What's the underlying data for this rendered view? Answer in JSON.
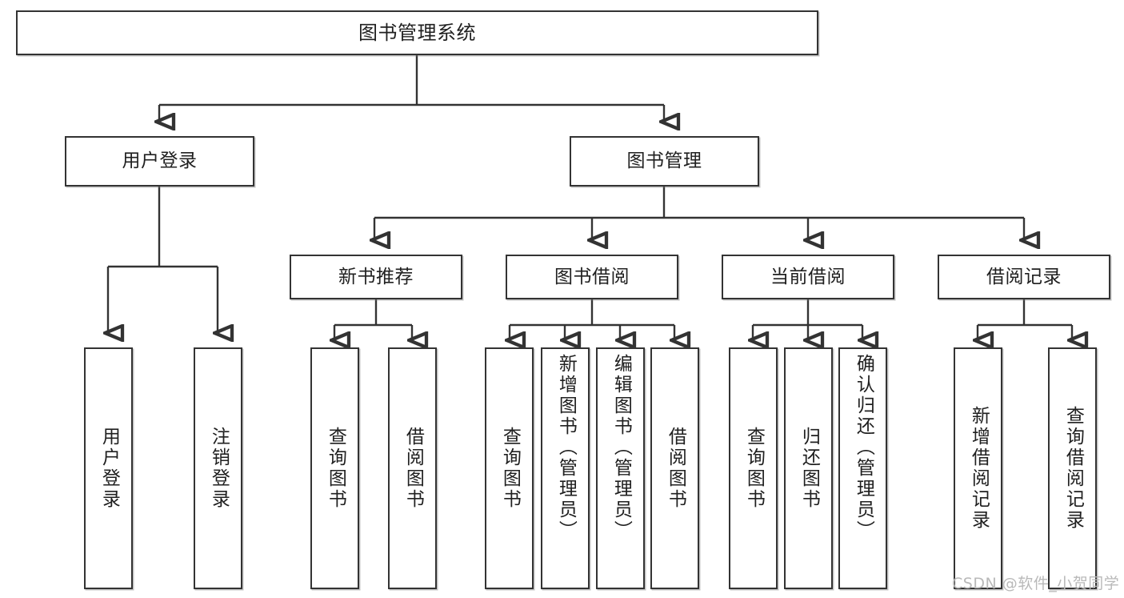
{
  "diagram": {
    "title": "图书管理系统",
    "type": "tree-hierarchy-chart",
    "watermark": "CSDN @软件_小贺同学",
    "colors": {
      "box_border": "#333333",
      "box_fill": "#ffffff",
      "connector": "#333333",
      "text": "#202020",
      "watermark": "#b9b9b9"
    },
    "nodes": {
      "root": {
        "label": "图书管理系统"
      },
      "level2": [
        {
          "label": "用户登录"
        },
        {
          "label": "图书管理"
        }
      ],
      "level3": [
        {
          "label": "新书推荐"
        },
        {
          "label": "图书借阅"
        },
        {
          "label": "当前借阅"
        },
        {
          "label": "借阅记录"
        }
      ],
      "leaves": {
        "user_login": [
          {
            "label": "用户登录"
          },
          {
            "label": "注销登录"
          }
        ],
        "new_book_recommend": [
          {
            "label": "查询图书"
          },
          {
            "label": "借阅图书"
          }
        ],
        "book_borrow": [
          {
            "label": "查询图书"
          },
          {
            "label": "新增图书（管理员）"
          },
          {
            "label": "编辑图书（管理员）"
          },
          {
            "label": "借阅图书"
          }
        ],
        "current_borrow": [
          {
            "label": "查询图书"
          },
          {
            "label": "归还图书"
          },
          {
            "label": "确认归还（管理员）"
          }
        ],
        "borrow_record": [
          {
            "label": "新增借阅记录"
          },
          {
            "label": "查询借阅记录"
          }
        ]
      }
    }
  }
}
